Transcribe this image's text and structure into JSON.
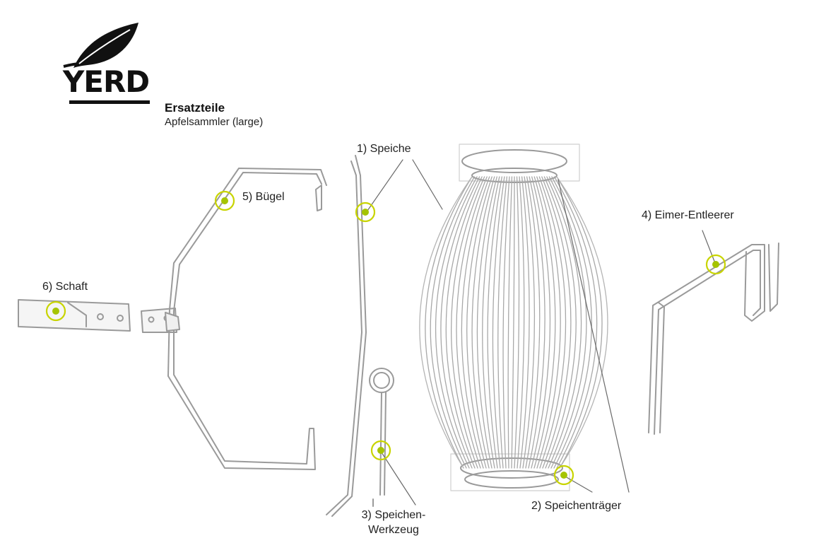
{
  "brand": {
    "name": "YERD"
  },
  "header": {
    "title": "Ersatzteile",
    "subtitle": "Apfelsammler (large)"
  },
  "parts": [
    {
      "label": "1) Speiche"
    },
    {
      "label": "2) Speichenträger"
    },
    {
      "label_line1": "3) Speichen-",
      "label_line2": "Werkzeug"
    },
    {
      "label": "4) Eimer-Entleerer"
    },
    {
      "label": "5)  Bügel"
    },
    {
      "label": "6) Schaft"
    }
  ],
  "colors": {
    "marker": "#c8d400",
    "marker_dot": "#a5c400",
    "line": "#8a8a8a",
    "logo": "#111111"
  },
  "icons": [
    "leaf-icon",
    "marker-icon"
  ]
}
